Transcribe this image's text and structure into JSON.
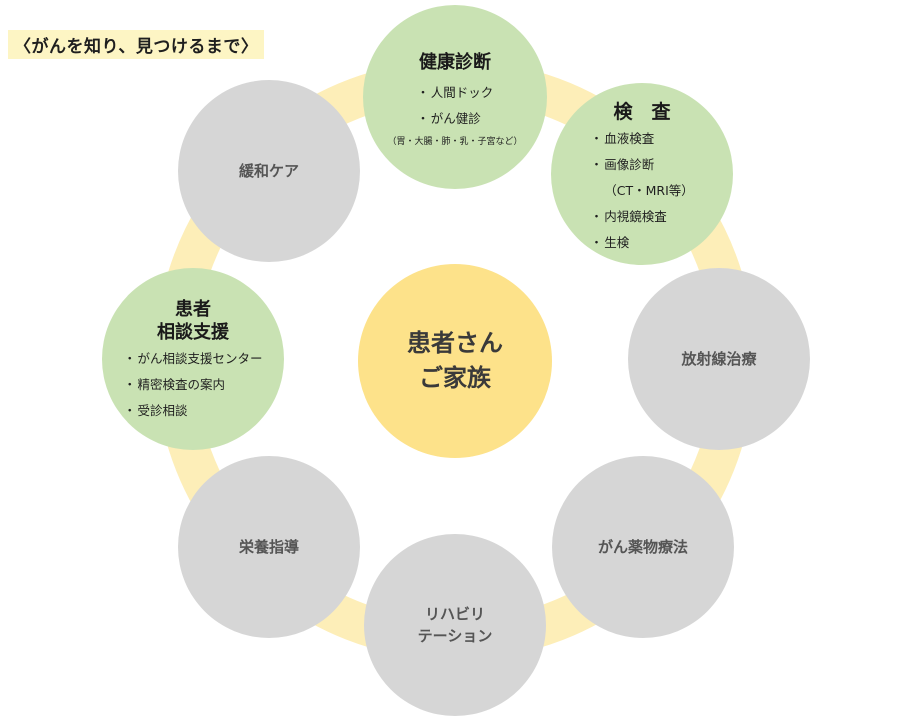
{
  "title": "〈がんを知り、見つけるまで〉",
  "center": {
    "line1": "患者さん",
    "line2": "ご家族"
  },
  "nodes": {
    "kenko": {
      "title": "健康診断",
      "items": [
        "人間ドック",
        "がん健診"
      ],
      "note": "（胃・大腸・肺・乳・子宮など）"
    },
    "kensa": {
      "title": "検　査",
      "items": [
        "血液検査",
        "画像診断",
        "（CT・MRI等）",
        "内視鏡検査",
        "生検"
      ]
    },
    "hoshasen": {
      "title": "放射線治療"
    },
    "yakubutsu": {
      "title": "がん薬物療法"
    },
    "rehab": {
      "line1": "リハビリ",
      "line2": "テーション"
    },
    "eiyo": {
      "title": "栄養指導"
    },
    "soudan": {
      "line1": "患者",
      "line2": "相談支援",
      "items": [
        "がん相談支援センター",
        "精密検査の案内",
        "受診相談"
      ]
    },
    "kanwa": {
      "title": "緩和ケア"
    }
  },
  "colors": {
    "green": "#c9e2b3",
    "gray": "#d6d6d6",
    "center": "#fde28a",
    "arrow": "#fdeeb8",
    "title_bg": "#fdf5c4"
  }
}
